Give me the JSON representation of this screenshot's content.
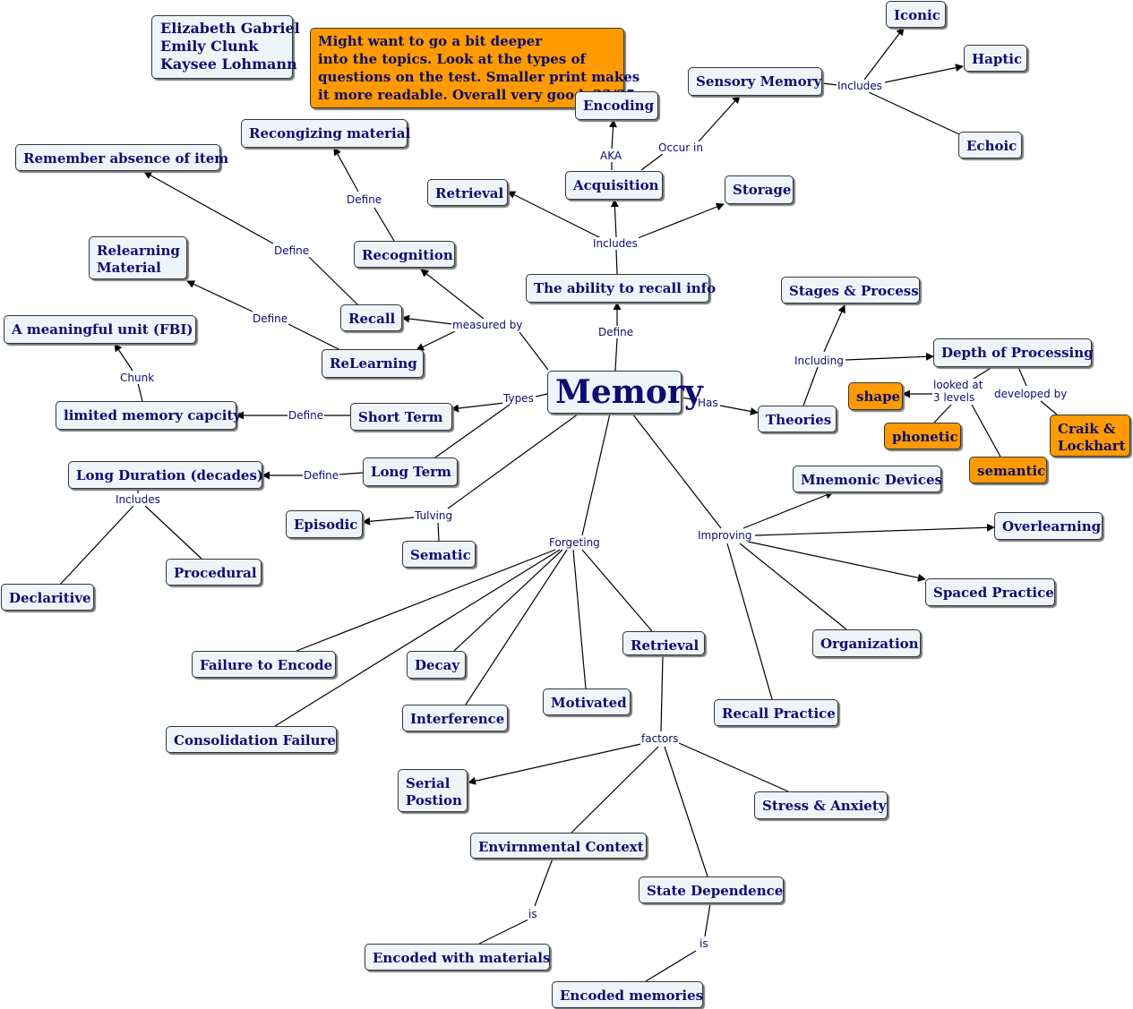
{
  "title": "Memory",
  "authors": "Elizabeth Gabriel\nEmily Clunk\nKaysee Lohmann",
  "comment": "Might want to go a bit deeper\ninto the topics. Look at the types of\nquestions on the test. Smaller print makes\nit more readable. Overall very good. 23/25",
  "nodes": {
    "ability": "The ability to recall info",
    "acquisition": "Acquisition",
    "encoding": "Encoding",
    "sensory": "Sensory Memory",
    "iconic": "Iconic",
    "haptic": "Haptic",
    "echoic": "Echoic",
    "retrieval_top": "Retrieval",
    "storage": "Storage",
    "recognition": "Recognition",
    "recognizing": "Recongizing material",
    "recall": "Recall",
    "remember_absence": "Remember absence of item",
    "relearning": "ReLearning",
    "relearning_material": "Relearning\nMaterial",
    "short_term": "Short Term",
    "limited": "limited memory capcity",
    "meaningful_unit": "A meaningful unit (FBI)",
    "long_term": "Long Term",
    "long_duration": "Long Duration (decades)",
    "declaritive": "Declaritive",
    "procedural": "Procedural",
    "episodic": "Episodic",
    "sematic": "Sematic",
    "theories": "Theories",
    "stages": "Stages & Process",
    "depth": "Depth of Processing",
    "shape": "shape",
    "phonetic": "phonetic",
    "semantic": "semantic",
    "craik": "Craik &\nLockhart",
    "mnemonic": "Mnemonic Devices",
    "overlearning": "Overlearning",
    "spaced": "Spaced Practice",
    "organization": "Organization",
    "recall_practice": "Recall Practice",
    "failure_encode": "Failure to Encode",
    "decay": "Decay",
    "interference": "Interference",
    "motivated": "Motivated",
    "retrieval_forget": "Retrieval",
    "consolidation": "Consolidation Failure",
    "serial": "Serial\nPostion",
    "stress": "Stress & Anxiety",
    "environmental": "Envirnmental Context",
    "state_dependence": "State Dependence",
    "encoded_materials": "Encoded with materials",
    "encoded_memories": "Encoded memories"
  },
  "labels": {
    "define_main": "Define",
    "includes_acq": "Includes",
    "aka": "AKA",
    "occur_in": "Occur in",
    "includes_sensory": "Includes",
    "measured_by": "measured by",
    "define_recog": "Define",
    "define_recall": "Define",
    "define_relearn": "Define",
    "types": "Types",
    "define_short": "Define",
    "chunk": "Chunk",
    "define_long": "Define",
    "includes_long": "Includes",
    "tulving": "Tulving",
    "has": "Has",
    "including": "Including",
    "looked_at": "looked at\n3 levels",
    "developed_by": "developed by",
    "improving": "Improving",
    "forgeting": "Forgeting",
    "factors": "factors",
    "is_env": "is",
    "is_state": "is"
  },
  "colors": {
    "node_fill": "#eef4f8",
    "highlight_fill": "#ff9a00",
    "text": "#0d0d70",
    "line": "#000000"
  }
}
